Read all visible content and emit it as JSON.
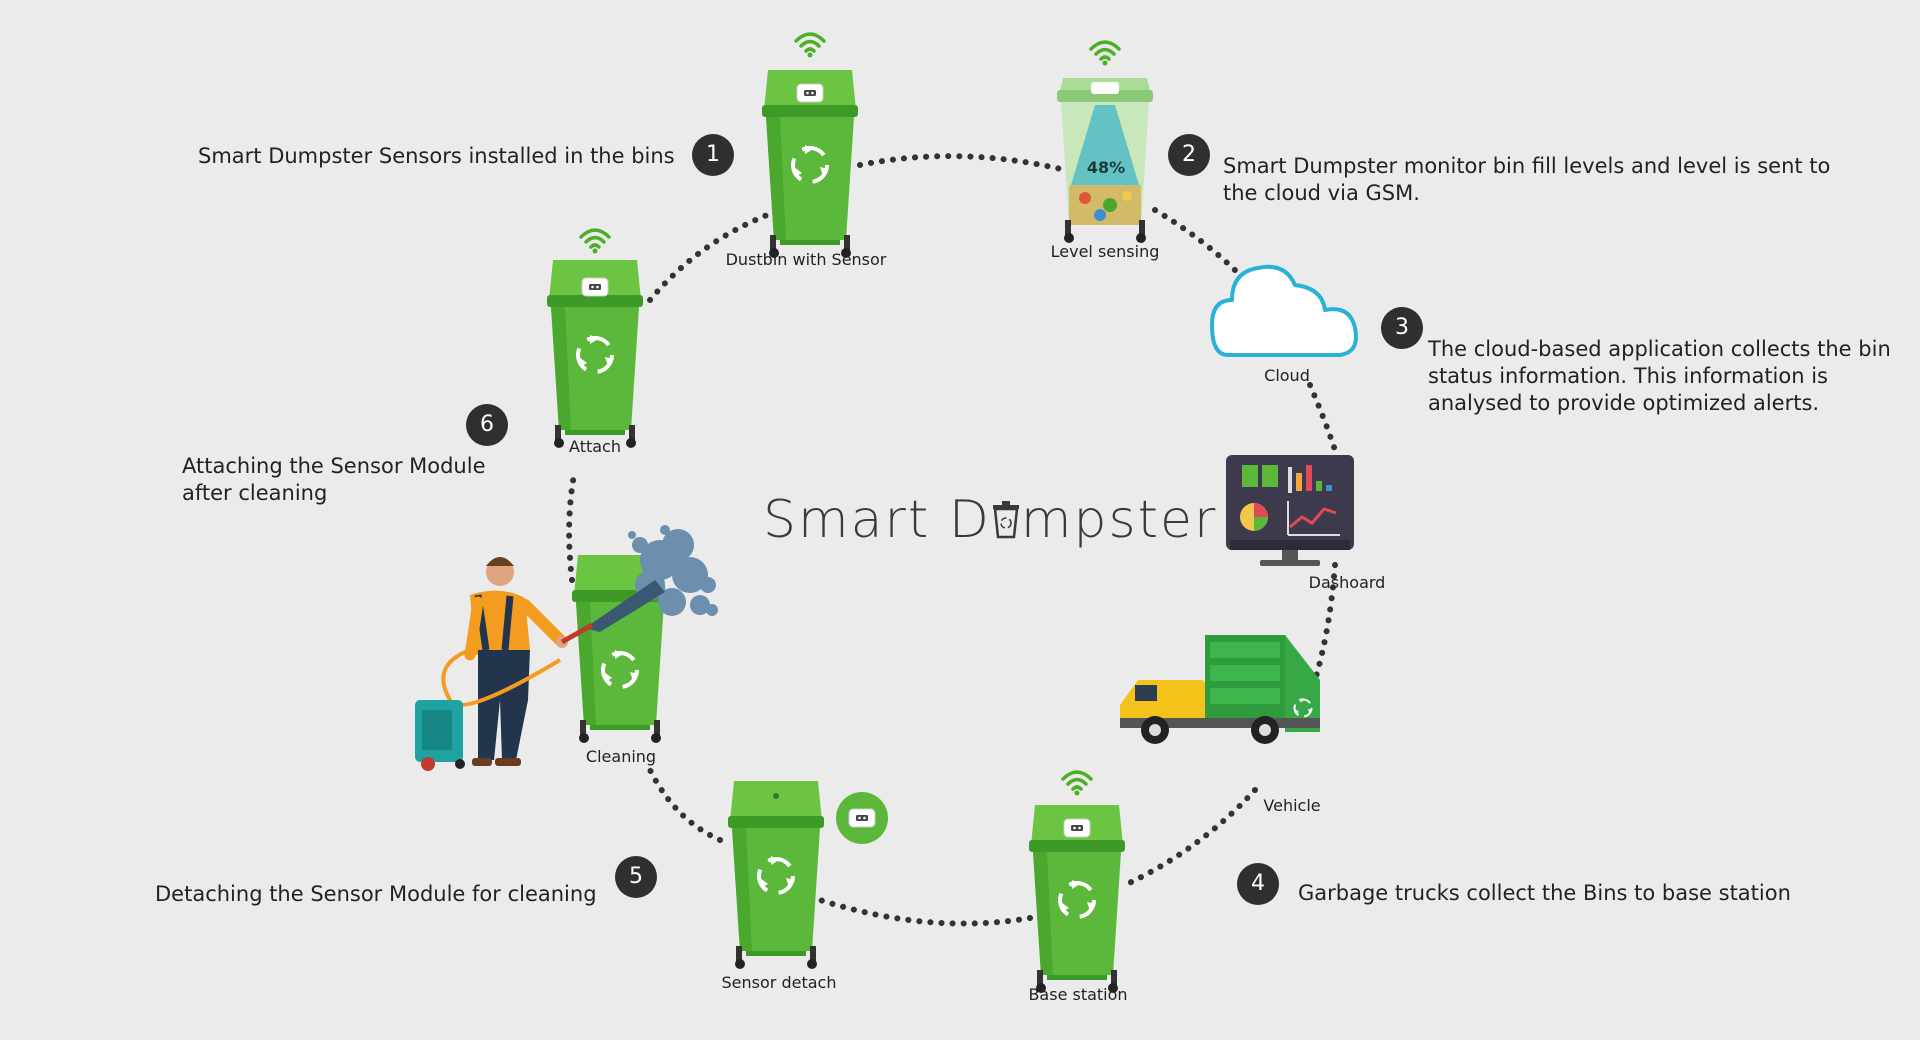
{
  "title": {
    "before": "Smart  D",
    "after": "mpster"
  },
  "colors": {
    "bin_green": "#5cb83a",
    "bin_dark": "#3e9a27",
    "bin_lid": "#6cc443",
    "wifi": "#4caf28",
    "badge": "#2f2f2f",
    "cloud": "#2ab1d8",
    "background": "#ebebeb",
    "dots": "#333333"
  },
  "stages": {
    "dustbin_with_sensor": {
      "caption": "Dustbin with Sensor"
    },
    "level_sensing": {
      "caption": "Level sensing",
      "fill_level": "48%"
    },
    "cloud": {
      "caption": "Cloud"
    },
    "dashboard": {
      "caption": "Dashoard"
    },
    "vehicle": {
      "caption": "Vehicle"
    },
    "base_station": {
      "caption": "Base station"
    },
    "sensor_detach": {
      "caption": "Sensor detach"
    },
    "cleaning": {
      "caption": "Cleaning"
    },
    "attach": {
      "caption": "Attach"
    }
  },
  "steps": [
    {
      "number": "1",
      "text": "Smart Dumpster Sensors installed in the bins"
    },
    {
      "number": "2",
      "text": "Smart Dumpster monitor bin fill levels and level is sent to the cloud via GSM."
    },
    {
      "number": "3",
      "text": "The cloud-based application collects the bin status information. This information is  analysed to provide optimized alerts."
    },
    {
      "number": "4",
      "text": "Garbage trucks collect the Bins to base station"
    },
    {
      "number": "5",
      "text": "Detaching the Sensor Module for cleaning"
    },
    {
      "number": "6",
      "text": "Attaching the Sensor Module after cleaning"
    }
  ],
  "icons": [
    "wifi-icon",
    "recycle-icon",
    "sensor-module-icon",
    "cloud-icon",
    "dashboard-monitor-icon",
    "garbage-truck-icon",
    "worker-icon",
    "pressure-washer-icon",
    "spray-splash-icon"
  ]
}
